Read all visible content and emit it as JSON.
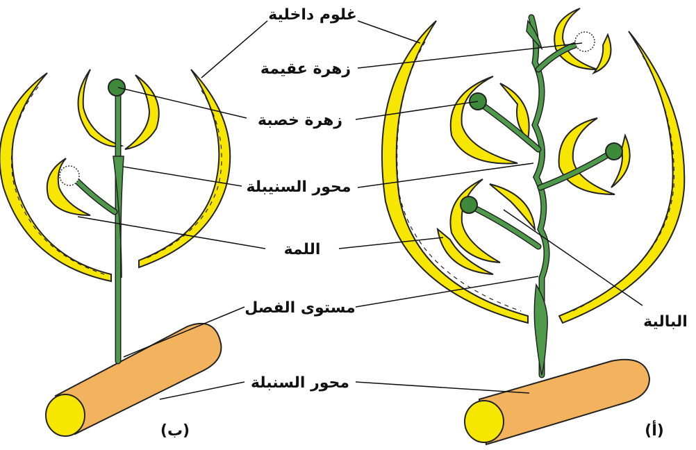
{
  "labels": {
    "inner_glume": "غلوم داخلية",
    "sterile_floret": "زهرة عقيمة",
    "fertile_floret": "زهرة خصبة",
    "spikelet_axis": "محور السنيبلة",
    "lemma": "اللمة",
    "abscission_level": "مستوى الفصل",
    "spike_axis": "محور السنبلة",
    "palea": "البالية"
  },
  "panels": {
    "left": "(ب)",
    "right": "(أ)"
  },
  "colors": {
    "glume": "#f7e600",
    "stem": "#4e9a4a",
    "floret": "#3f8a3a",
    "rachis": "#f2b25e",
    "rachis_end": "#f7e600"
  }
}
